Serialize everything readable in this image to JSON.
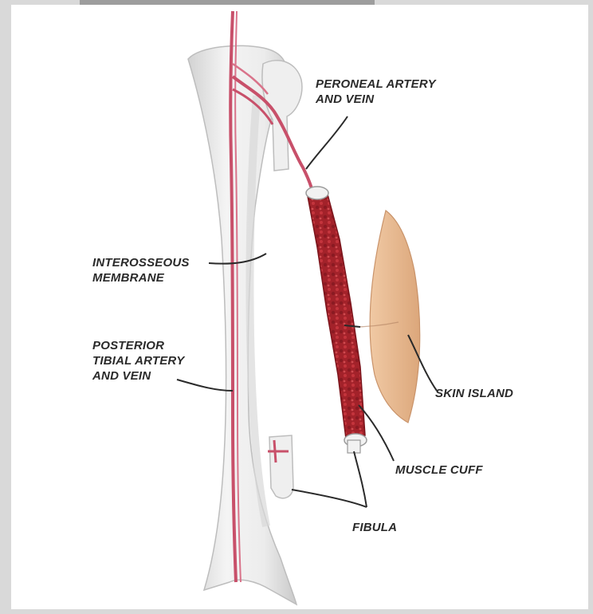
{
  "diagram": {
    "labels": {
      "peroneal": [
        "PERONEAL ARTERY",
        "AND VEIN"
      ],
      "interosseous": [
        "INTEROSSEOUS",
        "MEMBRANE"
      ],
      "posterior_tibial": [
        "POSTERIOR",
        "TIBIAL ARTERY",
        "AND VEIN"
      ],
      "skin_island": "SKIN ISLAND",
      "muscle_cuff": "MUSCLE CUFF",
      "fibula": "FIBULA"
    },
    "colors": {
      "background": "#ffffff",
      "frame": "#d9d9d9",
      "bone": "#eeeeee",
      "bone_shade": "#cfcfcf",
      "vessel": "#c8506a",
      "muscle": "#a3222a",
      "skin": "#e8b891",
      "leader_line": "#2a2a2a"
    }
  }
}
